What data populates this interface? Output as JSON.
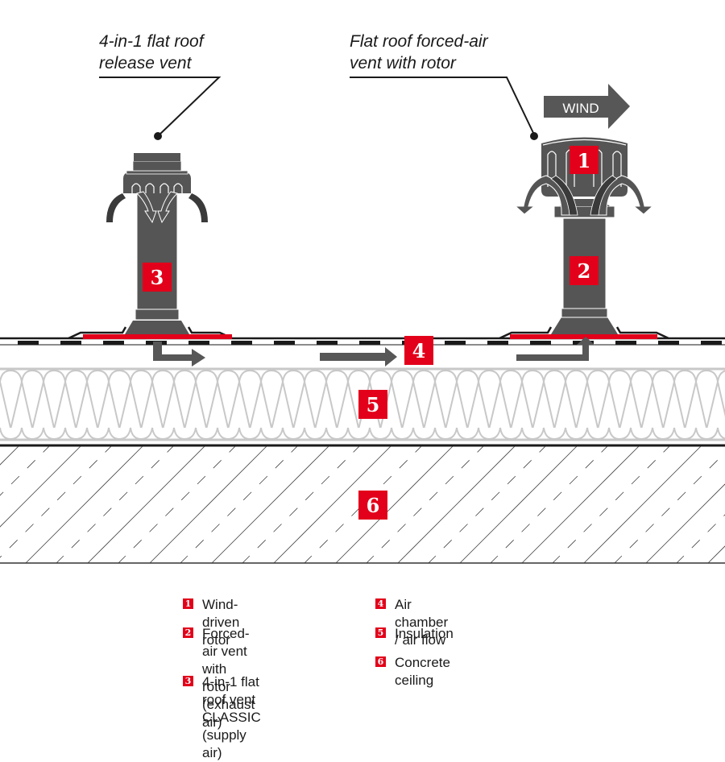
{
  "callouts": {
    "release_vent": {
      "line1": "4-in-1 flat roof",
      "line2": "release vent"
    },
    "forced_air_vent": {
      "line1": "Flat roof forced-air",
      "line2": "vent with rotor"
    }
  },
  "wind_label": "WIND",
  "badges": {
    "b1": "1",
    "b2": "2",
    "b3": "3",
    "b4": "4",
    "b5": "5",
    "b6": "6"
  },
  "legend": {
    "items": [
      {
        "num": "1",
        "label": "Wind-driven rotor"
      },
      {
        "num": "2",
        "label": "Forced-air vent with\nrotor (exhaust air)"
      },
      {
        "num": "3",
        "label": "4-in-1 flat roof vent\nCLASSIC (supply air)"
      },
      {
        "num": "4",
        "label": "Air chamber / air flow"
      },
      {
        "num": "5",
        "label": "Insulation"
      },
      {
        "num": "6",
        "label": "Concrete ceiling"
      }
    ]
  },
  "colors": {
    "accent_red": "#e2001a",
    "vent_gray": "#555555",
    "arrow_gray": "#575757",
    "insulation_gray": "#c8c8c8",
    "line_black": "#1a1a1a"
  }
}
